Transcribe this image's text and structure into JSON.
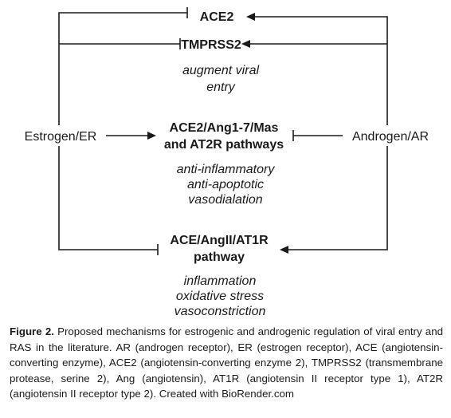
{
  "diagram": {
    "left_node": "Estrogen/ER",
    "right_node": "Androgen/AR",
    "ace2": "ACE2",
    "tmprss2": "TMPRSS2",
    "viral_note": [
      "augment viral",
      "entry"
    ],
    "protective_pathway": [
      "ACE2/Ang1-7/Mas",
      "and AT2R pathways"
    ],
    "protective_effects": [
      "anti-inflammatory",
      "anti-apoptotic",
      "vasodialation"
    ],
    "harmful_pathway": [
      "ACE/AngII/AT1R",
      "pathway"
    ],
    "harmful_effects": [
      "inflammation",
      "oxidative stress",
      "vasoconstriction"
    ]
  },
  "caption": {
    "label": "Figure 2.",
    "text": "Proposed mechanisms for estrogenic and androgenic regulation of viral entry and RAS in the literature. AR (androgen receptor), ER (estrogen receptor), ACE (angiotensin-converting enzyme), ACE2 (angiotensin-converting enzyme 2), TMPRSS2 (transmembrane protease, serine 2), Ang (angiotensin), AT1R (angiotensin II receptor type 1), AT2R (angiotensin II receptor type 2). Created with BioRender.com"
  }
}
